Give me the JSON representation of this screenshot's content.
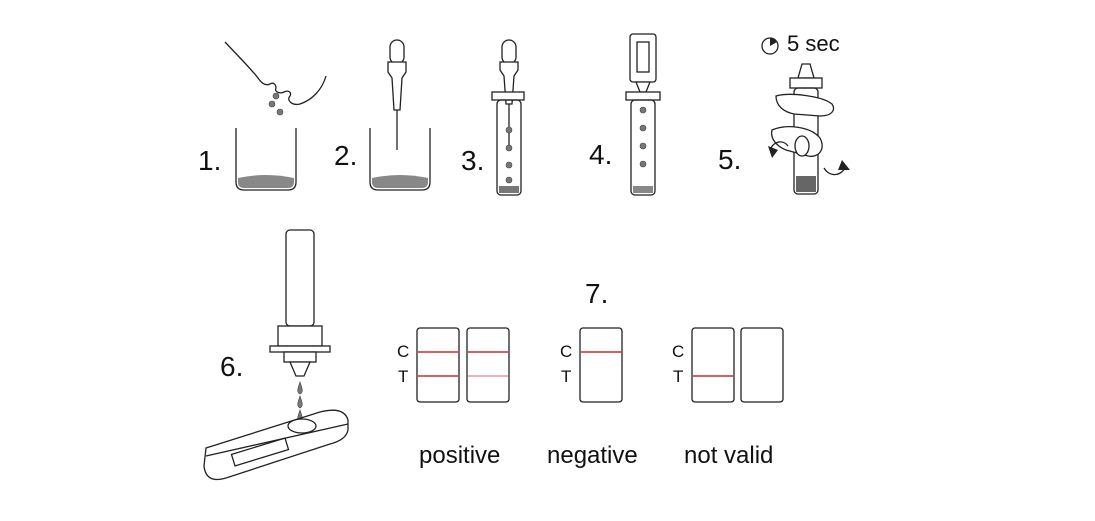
{
  "steps": [
    {
      "label": "1."
    },
    {
      "label": "2."
    },
    {
      "label": "3."
    },
    {
      "label": "4."
    },
    {
      "label": "5.",
      "timer": "5 sec"
    },
    {
      "label": "6."
    },
    {
      "label": "7."
    }
  ],
  "results": {
    "control_letter": "C",
    "test_letter": "T",
    "positive": "positive",
    "negative": "negative",
    "not_valid": "not valid"
  },
  "colors": {
    "line": "#222222",
    "result_line": "#d62828",
    "drop": "#777777"
  }
}
